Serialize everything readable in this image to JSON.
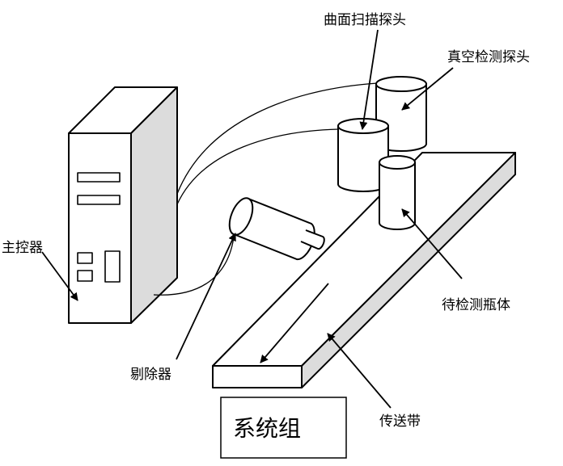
{
  "labels": {
    "curved_probe": "曲面扫描探头",
    "vacuum_probe": "真空检测探头",
    "main_controller": "主控器",
    "bottle": "待检测瓶体",
    "rejector": "剔除器",
    "conveyor": "传送带",
    "system_group": "系统组"
  }
}
